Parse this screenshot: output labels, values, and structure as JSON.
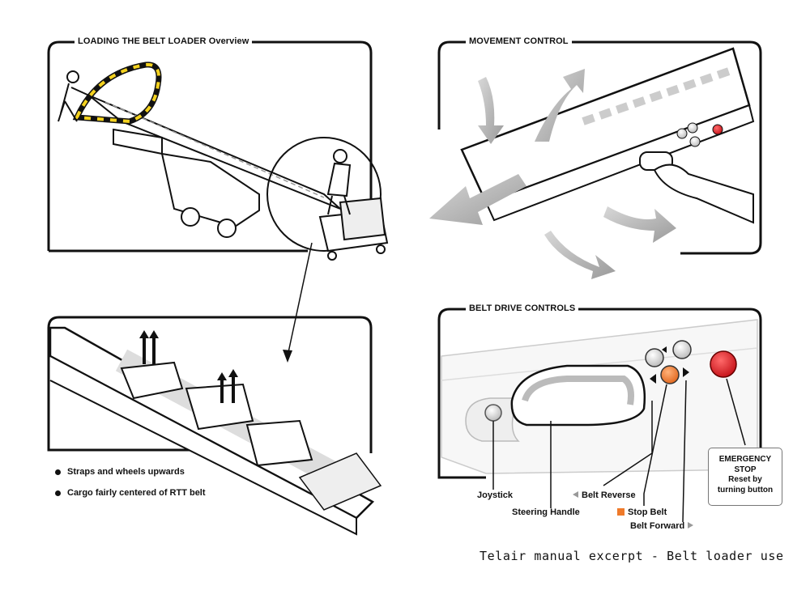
{
  "panels": {
    "overview": {
      "title": "LOADING THE BELT LOADER Overview"
    },
    "movement": {
      "title": "MOVEMENT CONTROL"
    },
    "belt_drive": {
      "title": "BELT DRIVE CONTROLS"
    }
  },
  "bullets": [
    "Straps and wheels upwards",
    "Cargo fairly centered of RTT belt"
  ],
  "controls": {
    "joystick": "Joystick",
    "steering_handle": "Steering Handle",
    "belt_reverse": "Belt Reverse",
    "stop_belt": "Stop Belt",
    "belt_forward": "Belt Forward"
  },
  "emergency": {
    "line1": "EMERGENCY",
    "line2": "STOP",
    "line3": "Reset by",
    "line4": "turning button"
  },
  "caption": "Telair manual excerpt - Belt loader use",
  "colors": {
    "stop_orange": "#ef7a2a",
    "emergency_red": "#e11d24",
    "hazard_yellow": "#f4d21f",
    "arrow_gray": "#bbbbbb"
  }
}
